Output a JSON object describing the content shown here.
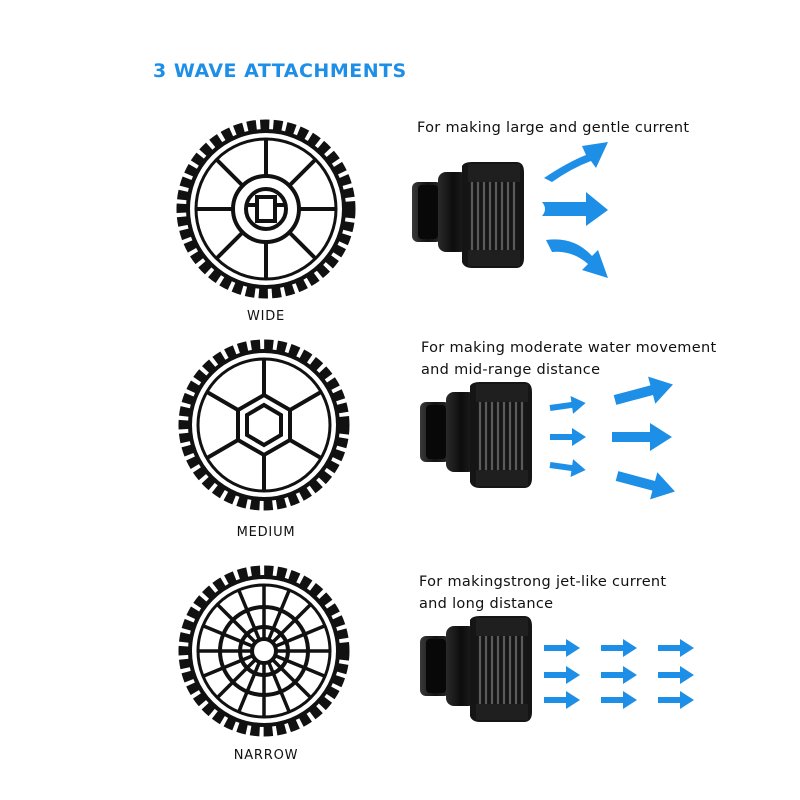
{
  "title": "3 WAVE ATTACHMENTS",
  "colors": {
    "accent": "#1e8fe6",
    "product": "#111111"
  },
  "attachments": [
    {
      "name": "WIDE",
      "description_lines": [
        "For making large and gentle current"
      ],
      "flow_icon": "curved-arrows-icon"
    },
    {
      "name": "MEDIUM",
      "description_lines": [
        "For making moderate water movement",
        "and mid-range distance"
      ],
      "flow_icon": "scattered-arrows-icon"
    },
    {
      "name": "NARROW",
      "description_lines": [
        "For makingstrong jet-like current",
        "and long distance"
      ],
      "flow_icon": "straight-arrows-icon"
    }
  ]
}
